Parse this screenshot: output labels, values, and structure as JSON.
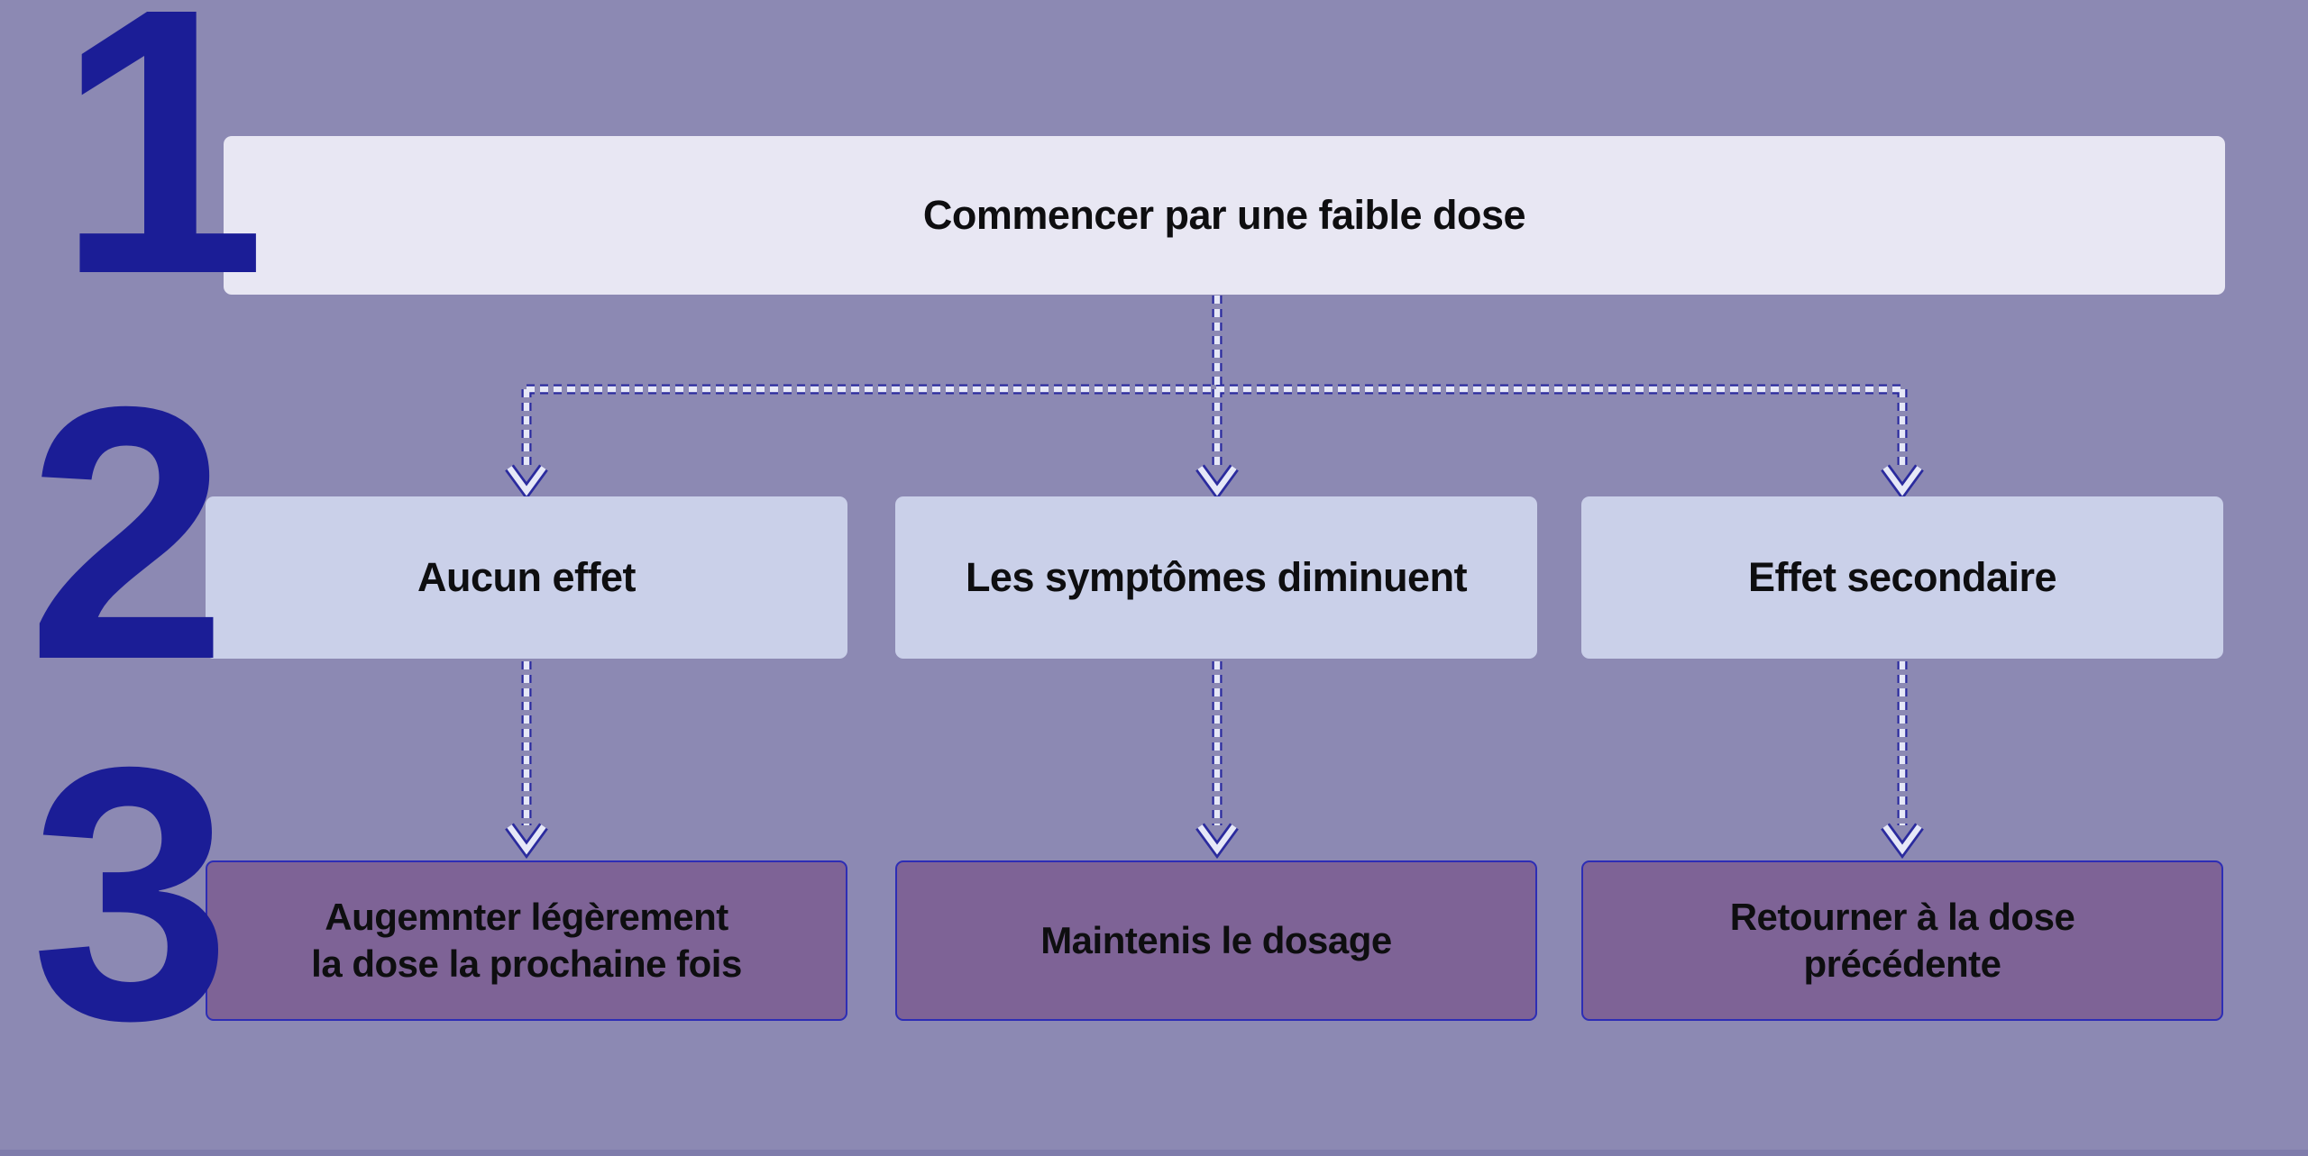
{
  "steps": [
    {
      "number": "1",
      "boxes": [
        {
          "label": "Commencer par une faible dose"
        }
      ]
    },
    {
      "number": "2",
      "boxes": [
        {
          "label": "Aucun effet"
        },
        {
          "label": "Les symptômes diminuent"
        },
        {
          "label": "Effet secondaire"
        }
      ]
    },
    {
      "number": "3",
      "boxes": [
        {
          "label": "Augemnter légèrement\nla dose la prochaine fois"
        },
        {
          "label": "Maintenis le dosage"
        },
        {
          "label": "Retourner à la dose\nprécédente"
        }
      ]
    }
  ],
  "colors": {
    "background": "#8c89b3",
    "step_number": "#1b1d96",
    "box1_fill": "#e8e7f3",
    "row2_fill": "#cad0e9",
    "row3_fill": "#7e6396",
    "row3_border": "#2d2db5",
    "arrow_dark": "#2b2b9e",
    "arrow_light": "#e6e8f7",
    "text": "#0e0e10",
    "bottom_shade": "#7f7cab"
  }
}
